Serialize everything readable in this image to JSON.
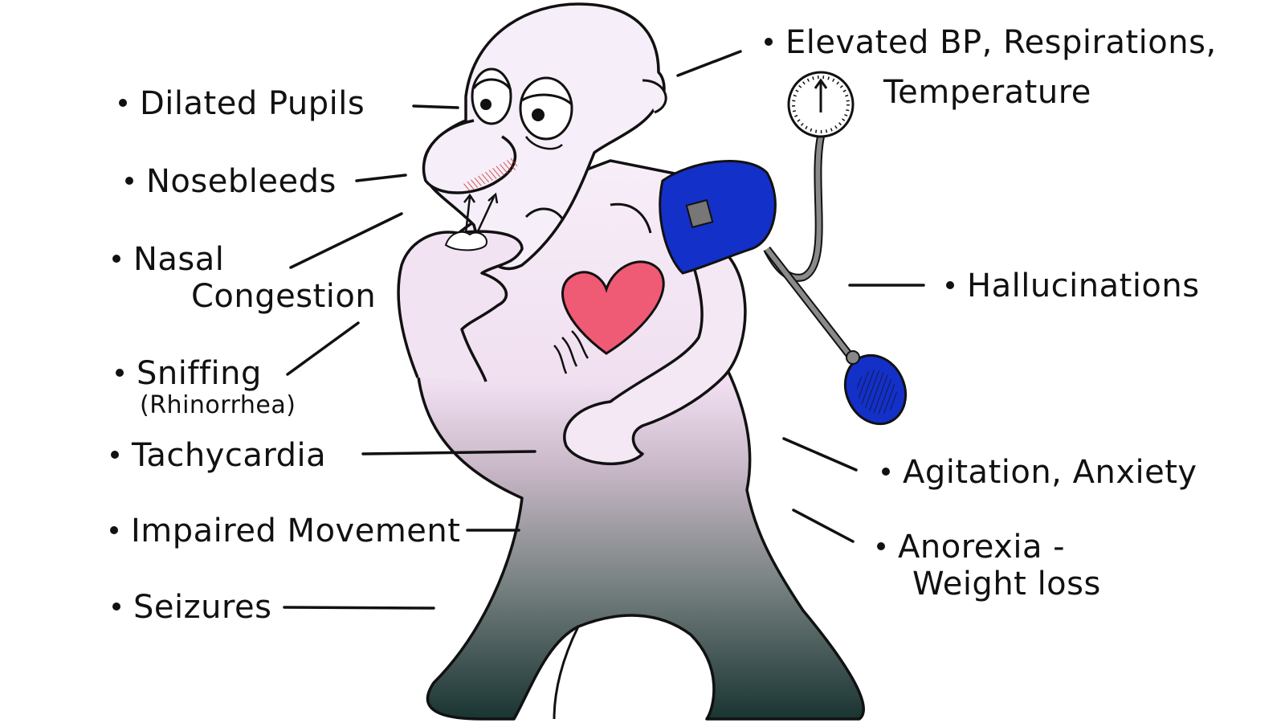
{
  "symptoms_left": [
    {
      "id": "dilated-pupils",
      "lines": [
        "Dilated Pupils"
      ]
    },
    {
      "id": "nosebleeds",
      "lines": [
        "Nosebleeds"
      ]
    },
    {
      "id": "nasal-congestion",
      "lines": [
        "Nasal",
        "Congestion"
      ]
    },
    {
      "id": "sniffing",
      "lines": [
        "Sniffing"
      ],
      "note": "(Rhinorrhea)"
    },
    {
      "id": "tachycardia",
      "lines": [
        "Tachycardia"
      ]
    },
    {
      "id": "impaired-movement",
      "lines": [
        "Impaired Movement"
      ]
    },
    {
      "id": "seizures",
      "lines": [
        "Seizures"
      ]
    }
  ],
  "symptoms_right": [
    {
      "id": "vitals",
      "lines": [
        "Elevated BP, Respirations,",
        "Temperature"
      ]
    },
    {
      "id": "hallucinations",
      "lines": [
        "Hallucinations"
      ]
    },
    {
      "id": "agitation",
      "lines": [
        "Agitation, Anxiety"
      ]
    },
    {
      "id": "anorexia",
      "lines": [
        "Anorexia -",
        "Weight loss"
      ]
    }
  ],
  "colors": {
    "skin_top": "#f5e9f6",
    "skin_mid": "#c7b6c6",
    "skin_bottom": "#1f3a37",
    "heart": "#ef5a74",
    "cuff": "#1330c8",
    "nose_red": "#c83030",
    "outline": "#111111"
  }
}
